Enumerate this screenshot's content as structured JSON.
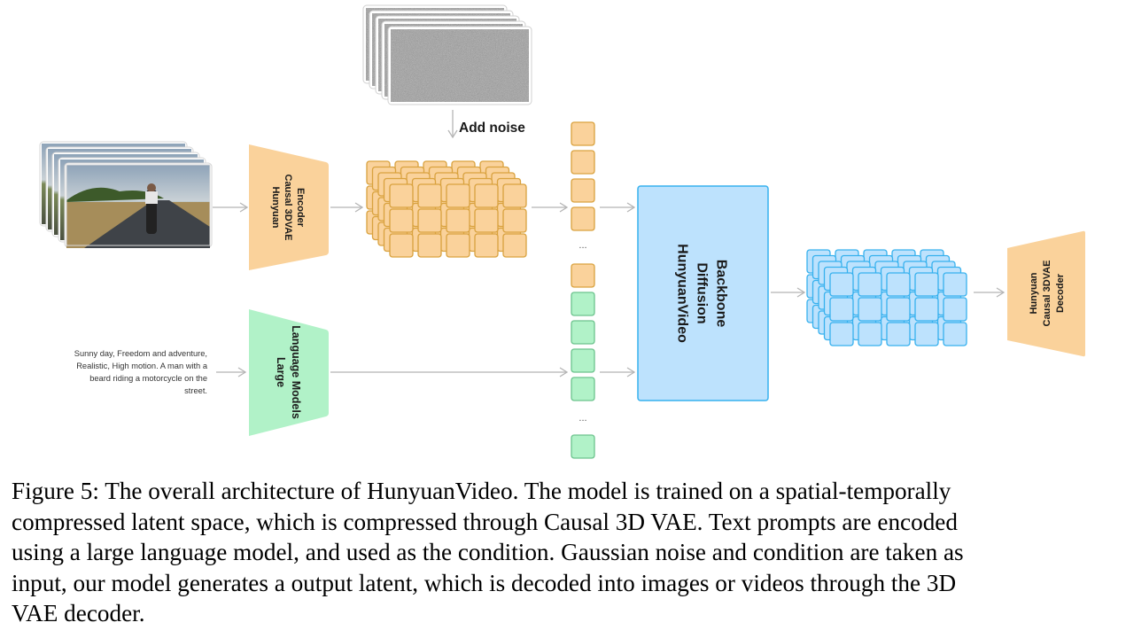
{
  "diagram": {
    "title": "HunyuanVideo overall architecture",
    "input_video_label": "input video frames (motorcycle rider on road)",
    "noise_label": "Add noise",
    "encoder": {
      "lines": [
        "Hunyuan",
        "Causal 3DVAE",
        "Encoder"
      ]
    },
    "llm": {
      "lines": [
        "Large",
        "Language Models"
      ]
    },
    "backbone": {
      "lines": [
        "HunyuanVideo",
        "Diffusion",
        "Backbone"
      ]
    },
    "decoder": {
      "lines": [
        "Hunyuan",
        "Causal 3DVAE",
        "Decoder"
      ]
    },
    "prompt_lines": [
      "Sunny day, Freedom and adventure,",
      "Realistic, High motion. A man with a",
      "beard riding a motorcycle on the",
      "street."
    ],
    "ellipsis": "...",
    "colors": {
      "orange_fill": "#FAD29B",
      "orange_stroke": "#D9A23F",
      "green_fill": "#B1F2C8",
      "green_stroke": "#6CC38D",
      "blue_fill": "#BDE2FD",
      "blue_stroke": "#37B1EE",
      "arrow": "#B5B5B5"
    }
  },
  "caption": {
    "lines": [
      "Figure 5: The overall architecture of HunyuanVideo. The model is trained on a spatial-temporally",
      "compressed latent space, which is compressed through Causal 3D VAE. Text prompts are encoded",
      "using a large language model, and used as the condition. Gaussian noise and condition are taken as",
      "input, our model generates a output latent, which is decoded into images or videos through the 3D",
      "VAE decoder."
    ]
  }
}
